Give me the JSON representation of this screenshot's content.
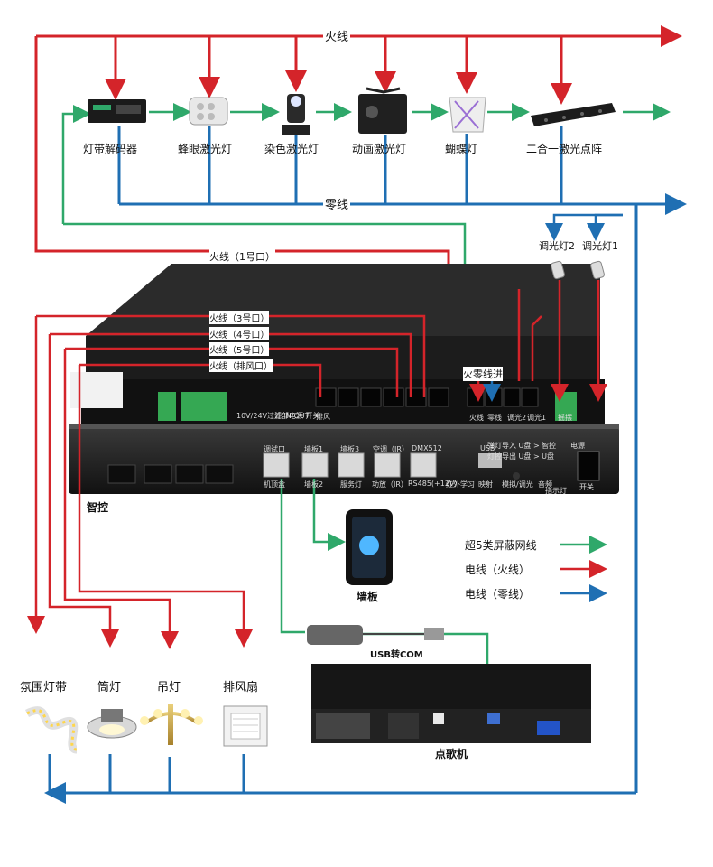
{
  "colors": {
    "live": "#d4242a",
    "neutral": "#1f6fb3",
    "network": "#2fa86a",
    "device_dark": "#1a1a1a"
  },
  "top_bus": {
    "live": "火线",
    "neutral": "零线"
  },
  "stage_devices": [
    {
      "name": "灯带解码器",
      "icon": "decoder-icon"
    },
    {
      "name": "蜂眼激光灯",
      "icon": "beam-light-icon"
    },
    {
      "name": "染色激光灯",
      "icon": "moving-head-icon"
    },
    {
      "name": "动画激光灯",
      "icon": "laser-projector-icon"
    },
    {
      "name": "蝴蝶灯",
      "icon": "butterfly-light-icon"
    },
    {
      "name": "二合一激光点阵",
      "icon": "laser-bar-icon"
    }
  ],
  "live_port_labels": {
    "port1": "火线（1号口）",
    "port3": "火线（3号口）",
    "port4": "火线（4号口）",
    "port5": "火线（5号口）",
    "exhaust": "火线（排风口）"
  },
  "dimmer_labels": {
    "dimmer2": "调光灯2",
    "dimmer1": "调光灯1"
  },
  "live_neutral_in": "火零线进",
  "controller_name": "智控",
  "controller_top_labels": [
    "10V/24V过滤 IN/OUT",
    "外部电源 开关"
  ],
  "controller_port_labels": [
    "调试口",
    "墙板1",
    "墙板3",
    "空调（IR）",
    "DMX512"
  ],
  "controller_port_sublabels": [
    "机顶盒",
    "墙板2",
    "服务灯",
    "功放（IR）",
    "RS485(+12V)"
  ],
  "controller_small_labels": [
    "红外学习",
    "USB",
    "映射",
    "模拟/调光",
    "音频"
  ],
  "controller_right_labels": [
    "弹灯导入 U盘 > 智控",
    "灯控导出 U盘 > U盘",
    "电源",
    "开关",
    "指示灯"
  ],
  "controller_terminal_labels": [
    "排风",
    "火线",
    "零线",
    "调光2",
    "调光1",
    "摇摆"
  ],
  "wall_panel_label": "墙板",
  "usb_com_label": "USB转COM",
  "player_label": "点歌机",
  "legend": [
    {
      "label": "超5类屏蔽网线",
      "color": "#2fa86a"
    },
    {
      "label": "电线（火线）",
      "color": "#d4242a"
    },
    {
      "label": "电线（零线）",
      "color": "#1f6fb3"
    }
  ],
  "room_lights": [
    {
      "name": "氛围灯带",
      "icon": "led-strip-icon"
    },
    {
      "name": "筒灯",
      "icon": "downlight-icon"
    },
    {
      "name": "吊灯",
      "icon": "chandelier-icon"
    },
    {
      "name": "排风扇",
      "icon": "exhaust-fan-icon"
    }
  ]
}
